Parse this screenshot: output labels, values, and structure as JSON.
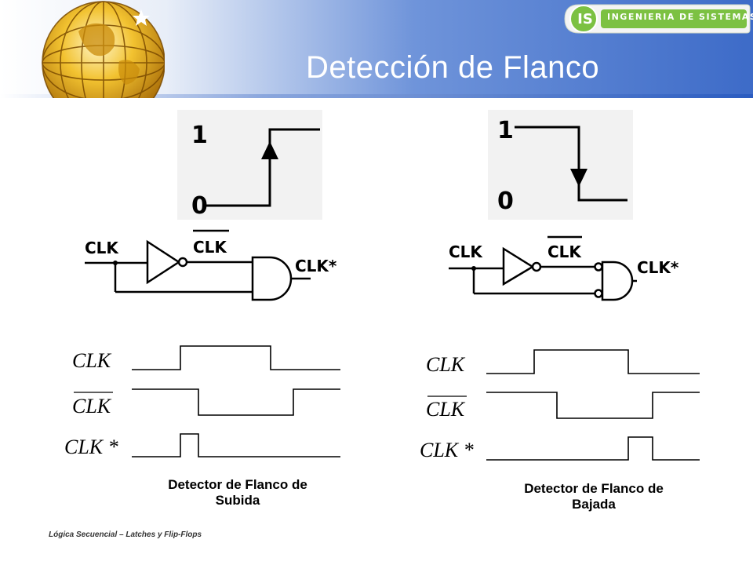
{
  "slide": {
    "title": "Detección de Flanco",
    "footer": "Lógica Secuencial – Latches y Flip-Flops"
  },
  "logo": {
    "letters": "IS",
    "tagline": "INGENIERIA DE SISTEMAS"
  },
  "rising": {
    "level_high": "1",
    "level_low": "0",
    "circuit": {
      "input": "CLK",
      "inverted": "CLK",
      "output": "CLK*"
    },
    "timing": {
      "row1": "CLK",
      "row2": "CLK",
      "row3": "CLK *"
    },
    "caption_line1": "Detector de Flanco de",
    "caption_line2": "Subida"
  },
  "falling": {
    "level_high": "1",
    "level_low": "0",
    "circuit": {
      "input": "CLK",
      "inverted": "CLK",
      "output": "CLK*"
    },
    "timing": {
      "row1": "CLK",
      "row2": "CLK",
      "row3": "CLK *"
    },
    "caption_line1": "Detector de Flanco de",
    "caption_line2": "Bajada"
  },
  "colors": {
    "header_blue": "#3d6bc8",
    "logo_green": "#7cc142",
    "globe_gold": "#e7b318"
  }
}
